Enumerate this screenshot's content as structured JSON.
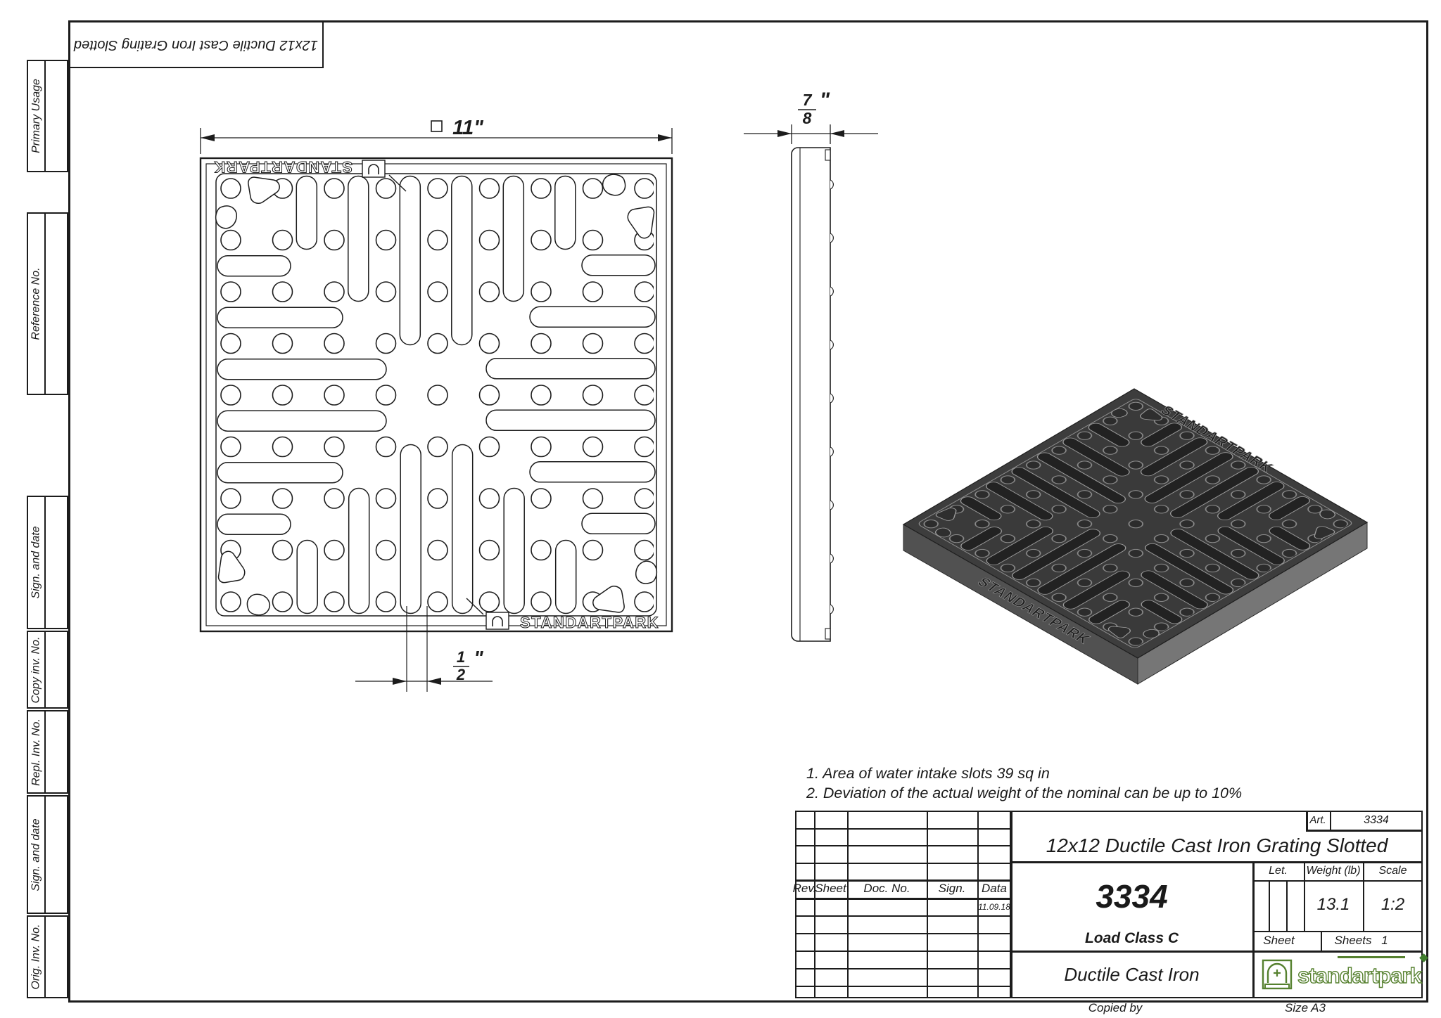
{
  "sheet": {
    "reversed_title": "12x12 Ductile Cast Iron Grating Slotted",
    "copied_by": "Copied by",
    "size": "Size A3"
  },
  "sidebar": {
    "items": [
      {
        "label": "Primary Usage"
      },
      {
        "label": "Reference No."
      },
      {
        "label": "Sign. and date"
      },
      {
        "label": "Copy inv. No."
      },
      {
        "label": "Repl. Inv. No."
      },
      {
        "label": "Sign. and date"
      },
      {
        "label": "Orig. Inv. No."
      }
    ]
  },
  "brand": {
    "grate_text": "STANDARTPARK",
    "logo_text": "standartpark"
  },
  "dimensions": {
    "width": "11\"",
    "thickness_num": "7",
    "thickness_den": "8",
    "slot_num": "1",
    "slot_den": "2",
    "inch": "\""
  },
  "notes": {
    "line1": "1. Area of water intake slots 39 sq in",
    "line2": "2. Deviation of the actual weight of the nominal can be up to 10%"
  },
  "title_block": {
    "headers": {
      "rev": "Rev.",
      "sheet": "Sheet",
      "doc_no": "Doc. No.",
      "sign": "Sign.",
      "data": "Data"
    },
    "date": "11.09.18",
    "art_label": "Art.",
    "art_value": "3334",
    "title": "12x12 Ductile Cast Iron Grating Slotted",
    "part_number": "3334",
    "load_class": "Load Class C",
    "let_label": "Let.",
    "weight_label": "Weight (lb)",
    "weight_value": "13.1",
    "scale_label": "Scale",
    "scale_value": "1:2",
    "sheet_label": "Sheet",
    "sheets_label": "Sheets",
    "sheets_value": "1",
    "material": "Ductile Cast Iron"
  },
  "colors": {
    "line": "#1c1c1c",
    "logo_green": "#56812f",
    "iso_top": "#3d3d3d",
    "iso_side_light": "#767676",
    "iso_side_dark": "#515151"
  }
}
